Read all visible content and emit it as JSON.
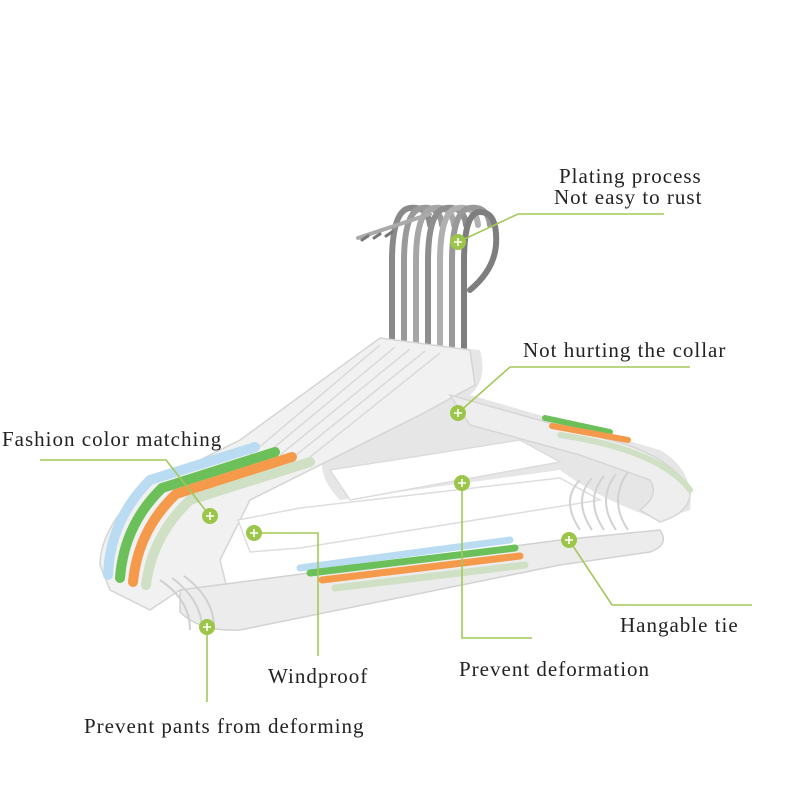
{
  "colors": {
    "leader_line": "#a3c85a",
    "marker": "#9cc64a",
    "hanger_body": "#f0f0f0",
    "hanger_shade": "#d8d8d8",
    "stripe_blue": "#b9dcf2",
    "stripe_green": "#6cc05a",
    "stripe_orange": "#f59a4b",
    "stripe_sage": "#cfe0c4",
    "hook_metal": "#9a9a9a"
  },
  "callouts": {
    "plating_line1": "Plating process",
    "plating_line2": "Not easy to rust",
    "collar": "Not hurting the collar",
    "fashion": "Fashion color matching",
    "hangable": "Hangable tie",
    "windproof": "Windproof",
    "deformation": "Prevent deformation",
    "pants": "Prevent pants from deforming"
  },
  "icons": {
    "marker": "plus-circle-icon"
  }
}
